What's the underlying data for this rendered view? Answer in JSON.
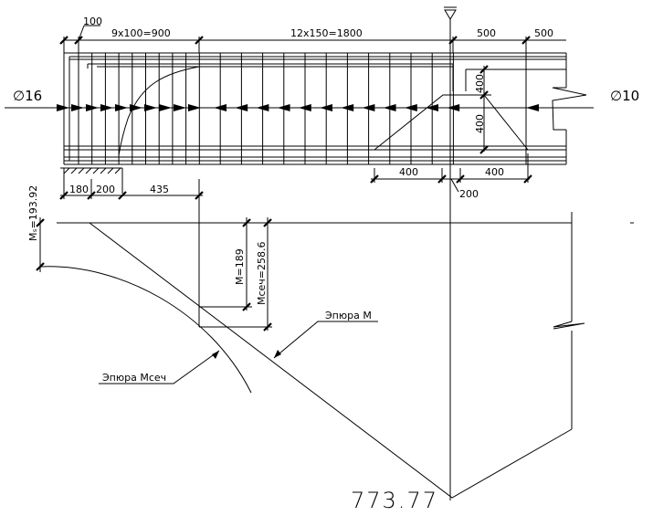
{
  "drawing": {
    "bar_labels": {
      "left": "∅16",
      "right": "∅10"
    },
    "top_dimensions": {
      "first_gap": "100",
      "left_spacing": "9x100=900",
      "mid_spacing": "12x150=1800",
      "right_a": "500",
      "right_b": "500"
    },
    "vertical_dimensions": {
      "upper": "400",
      "lower": "400"
    },
    "bottom_dimensions": {
      "a": "180",
      "b": "200",
      "c": "435",
      "d": "400",
      "e": "400",
      "f": "200"
    },
    "moment_labels": {
      "m_support": "Mₛ=193.92",
      "m_at_section": "M=189",
      "m_sec": "Mсеч=258.6"
    },
    "diagram_labels": {
      "epure_m": "Эпюра М",
      "epure_msec": "Эпюра Мсеч"
    },
    "max_value": "773.77"
  }
}
